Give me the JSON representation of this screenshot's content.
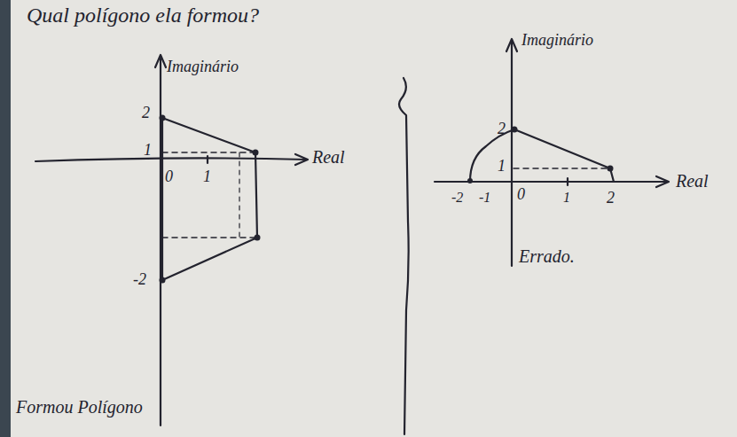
{
  "diagram": {
    "title": "Qual polígono ela formou?",
    "labels": [
      "Imaginário",
      "2",
      "1",
      "Real",
      "0",
      "1",
      "-2",
      "Formou Polígono",
      "Imaginário",
      "2",
      "1",
      "Real",
      "-2",
      "-1",
      "0",
      "1",
      "2",
      "Errado."
    ]
  }
}
